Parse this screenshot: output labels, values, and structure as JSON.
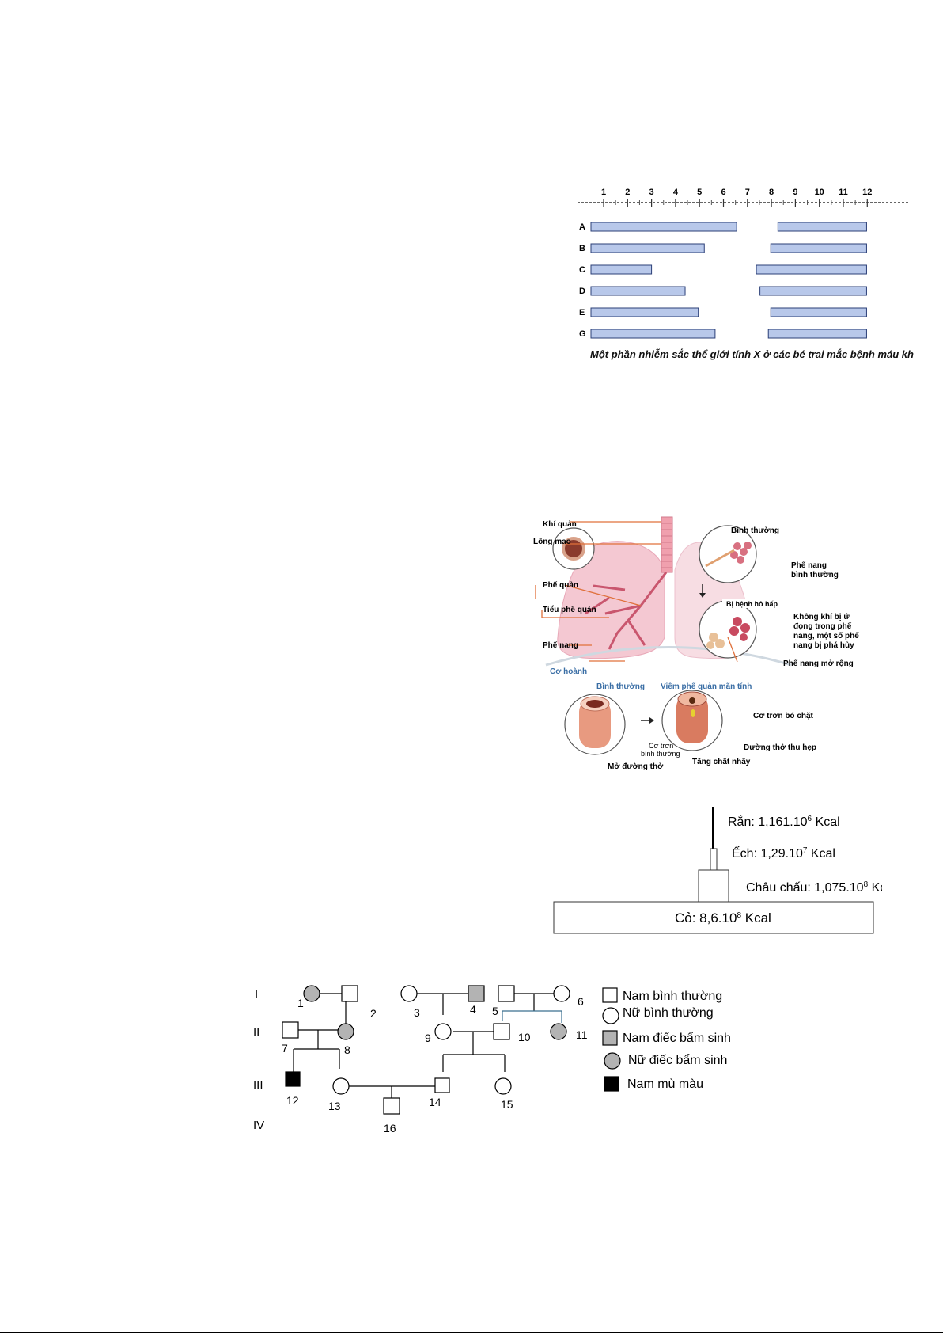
{
  "chromosome_figure": {
    "ticks": [
      "1",
      "2",
      "3",
      "4",
      "5",
      "6",
      "7",
      "8",
      "9",
      "10",
      "11",
      "12"
    ],
    "caption": "Một phần nhiễm sắc thể giới tính X ở các bé trai mắc bệnh máu khó đông",
    "rows": [
      {
        "label": "A",
        "segments": [
          [
            1,
            6.55
          ],
          [
            8.8,
            12.5
          ]
        ]
      },
      {
        "label": "B",
        "segments": [
          [
            1,
            5.2
          ],
          [
            8.5,
            12.5
          ]
        ]
      },
      {
        "label": "C",
        "segments": [
          [
            1,
            3.0
          ],
          [
            7.9,
            12.5
          ]
        ]
      },
      {
        "label": "D",
        "segments": [
          [
            1,
            4.4
          ],
          [
            8.05,
            12.5
          ]
        ]
      },
      {
        "label": "E",
        "segments": [
          [
            1,
            4.95
          ],
          [
            8.5,
            12.5
          ]
        ]
      },
      {
        "label": "G",
        "segments": [
          [
            1,
            5.65
          ],
          [
            8.4,
            12.5
          ]
        ]
      }
    ]
  },
  "lung_figure": {
    "labels": {
      "khi_quan": "Khí quản",
      "long_mao": "Lông mao",
      "phe_quan": "Phế quản",
      "tieu_phe_quan": "Tiểu phế quản",
      "phe_nang": "Phế nang",
      "co_hoanh": "Cơ hoành",
      "binh_thuong_top": "Bình thường",
      "phe_nang_bt": "Phế nang",
      "phe_nang_bt2": "bình thường",
      "bi_benh": "Bị bệnh hô hấp",
      "khong_khi_1": "Không khí bị ứ",
      "khong_khi_2": "đọng trong phế",
      "khong_khi_3": "nang, một số phế",
      "khong_khi_4": "nang bị phá hủy",
      "phe_nang_mo_rong": "Phế nang mở rộng",
      "binh_thuong_bottom": "Bình thường",
      "viem": "Viêm phế quản mãn tính",
      "co_tron_bo_chat": "Cơ trơn bó chặt",
      "duong_tho_thu_hep": "Đường thở thu hẹp",
      "co_tron_1": "Cơ trơn",
      "co_tron_2": "bình thường",
      "mo_duong_tho": "Mở đường thở",
      "tang_chat_nhay": "Tăng chất nhầy"
    }
  },
  "energy_pyramid": {
    "levels": [
      {
        "name": "Rắn: 1,161.10",
        "exp": "6",
        "unit": " Kcal"
      },
      {
        "name": "Ếch: 1,29.10",
        "exp": "7",
        "unit": " Kcal"
      },
      {
        "name": "Châu chấu: 1,075.10",
        "exp": "8",
        "unit": " Kcal"
      },
      {
        "name": "Cỏ: 8,6.10",
        "exp": "8",
        "unit": " Kcal"
      }
    ]
  },
  "pedigree": {
    "generations": [
      "I",
      "II",
      "III",
      "IV"
    ],
    "numbers": [
      "1",
      "2",
      "3",
      "4",
      "5",
      "6",
      "7",
      "8",
      "9",
      "10",
      "11",
      "12",
      "13",
      "14",
      "15",
      "16"
    ],
    "legend": [
      {
        "text": "Nam bình thường"
      },
      {
        "text": "Nữ bình thường"
      },
      {
        "text": "Nam điếc bẩm sinh"
      },
      {
        "text": "Nữ điếc bẩm sinh"
      },
      {
        "text": "Nam mù màu"
      }
    ],
    "colors": {
      "affected_deaf": "#b3b3b3",
      "color_blind": "#000000"
    }
  },
  "colors": {
    "bar_fill": "#b8c8ea",
    "bar_stroke": "#2b3f77",
    "lung_label_line": "#e0703a",
    "blue_label": "#3a6ea5"
  }
}
